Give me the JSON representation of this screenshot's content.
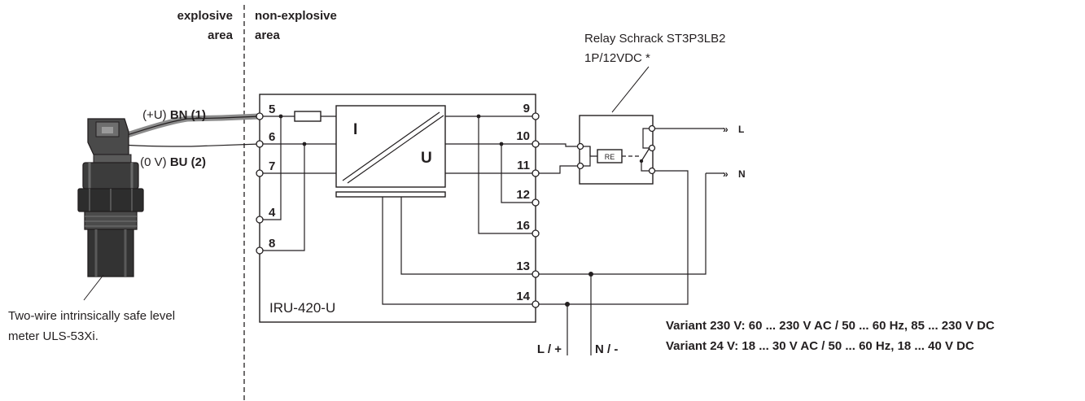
{
  "zones": {
    "explosive_line1": "explosive",
    "explosive_line2": "area",
    "non_explosive_line1": "non-explosive",
    "non_explosive_line2": "area"
  },
  "relay": {
    "line1": "Relay Schrack ST3P3LB2",
    "line2": "1P/12VDC *",
    "coil_label": "RE"
  },
  "sensor": {
    "bn_prefix": "(+U)",
    "bn_label": "BN (1)",
    "bu_prefix": "(0 V)",
    "bu_label": "BU (2)",
    "caption_line1": "Two-wire intrinsically safe level",
    "caption_line2": "meter ULS-53Xi."
  },
  "converter": {
    "name": "IRU-420-U",
    "input_symbol": "I",
    "output_symbol": "U"
  },
  "terminals": {
    "t5": "5",
    "t6": "6",
    "t7": "7",
    "t4": "4",
    "t8": "8",
    "t9": "9",
    "t10": "10",
    "t11": "11",
    "t12": "12",
    "t16": "16",
    "t13": "13",
    "t14": "14"
  },
  "outputs": {
    "L": "L",
    "N": "N"
  },
  "power": {
    "L_plus": "L / +",
    "N_minus": "N / -"
  },
  "variants": {
    "v230": "Variant 230 V: 60 ... 230 V AC / 50 ... 60 Hz, 85 ... 230 V DC",
    "v24": "Variant 24 V: 18 ... 30 V AC / 50 ... 60 Hz, 18 ... 40 V DC"
  }
}
